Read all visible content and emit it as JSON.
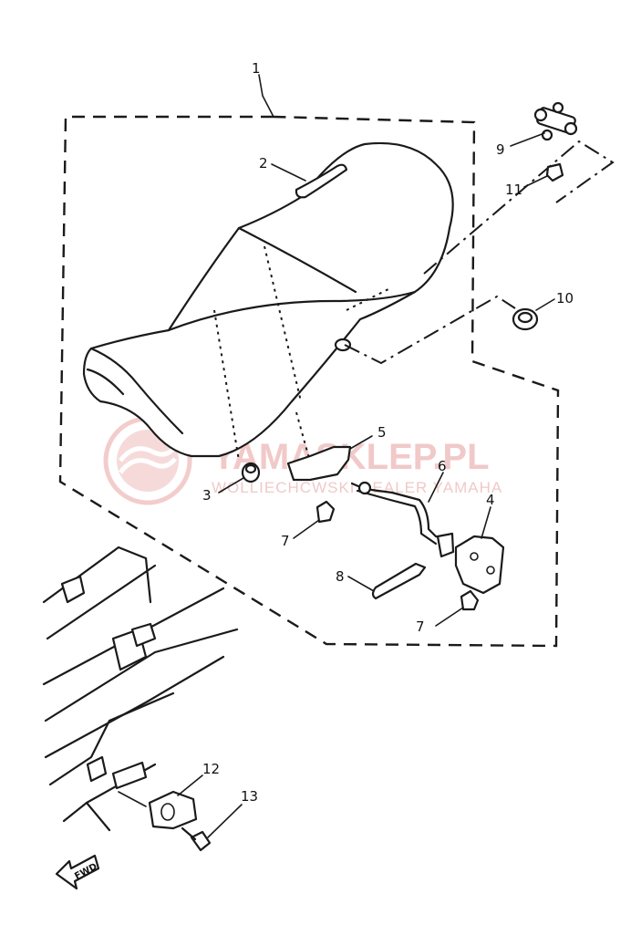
{
  "diagram": {
    "callouts": [
      "1",
      "2",
      "3",
      "4",
      "5",
      "6",
      "7",
      "7",
      "8",
      "9",
      "10",
      "11",
      "12",
      "13"
    ],
    "watermark": {
      "title": "YAMASKLEP.PL",
      "subtitle": "WOLLIECHCWSKI DEALER YAMAHA"
    },
    "fwd_label": "FWD"
  },
  "colors": {
    "ink": "#1a1a1a",
    "watermark": "#f1c9c9",
    "background": "#ffffff"
  }
}
